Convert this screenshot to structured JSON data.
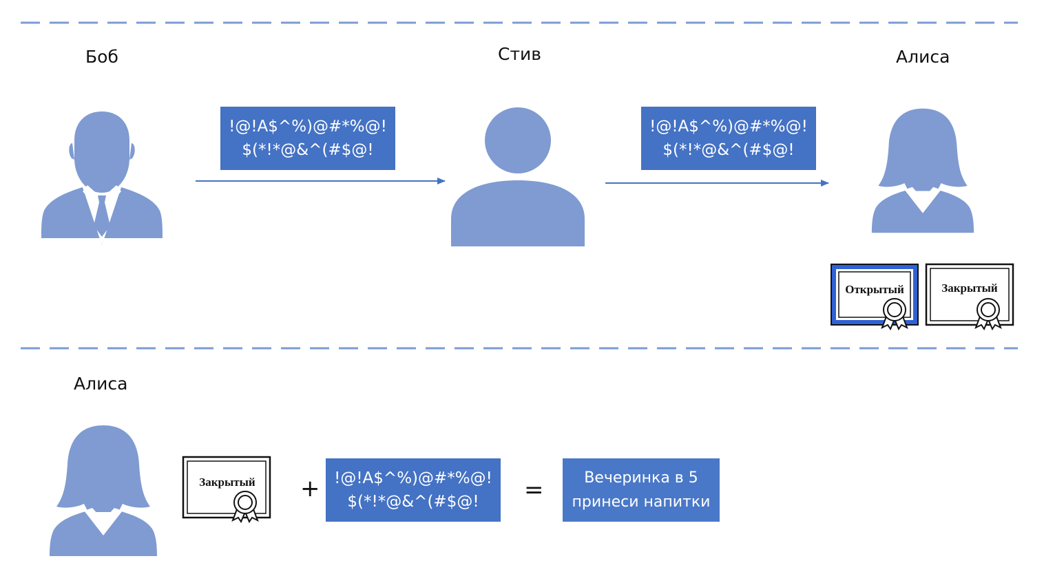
{
  "people": {
    "bob": "Боб",
    "steve": "Стив",
    "alice_top": "Алиса",
    "alice_bottom": "Алиса"
  },
  "ciphertext": {
    "line1": "!@!A$^%)@#*%@!",
    "line2": "$(*!*@&^(#$@!"
  },
  "certificates": {
    "public": "Открытый",
    "private": "Закрытый"
  },
  "operators": {
    "plus": "+",
    "equals": "="
  },
  "plaintext": {
    "line1": "Вечеринка в 5",
    "line2": "принеси напитки"
  },
  "colors": {
    "person_fill": "#7f9bd1",
    "box_fill": "#4472c4",
    "arrow": "#4472c4",
    "dash": "#7c9bd4",
    "public_cert_border": "#2f62d4"
  },
  "icons": {
    "bob": "man-in-suit-icon",
    "steve": "generic-person-icon",
    "alice": "woman-icon",
    "certificate": "certificate-icon"
  }
}
